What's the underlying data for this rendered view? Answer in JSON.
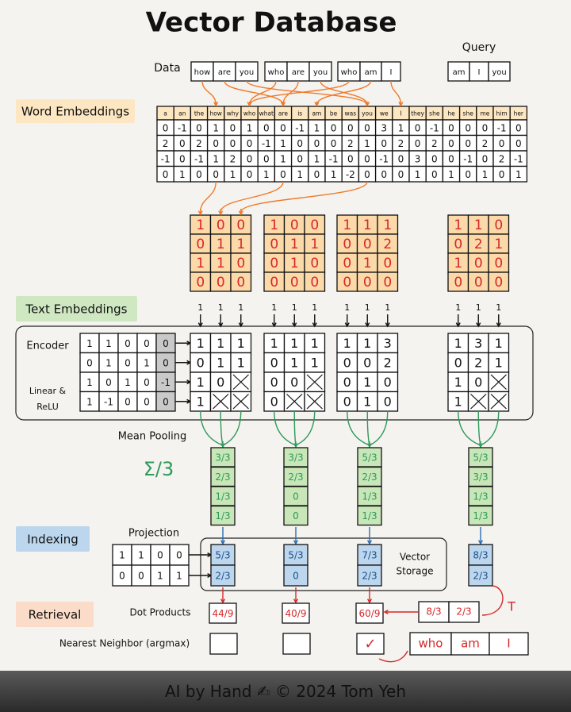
{
  "title": "Vector Database",
  "data_label": "Data",
  "query_label": "Query",
  "data_groups": [
    [
      "how",
      "are",
      "you"
    ],
    [
      "who",
      "are",
      "you"
    ],
    [
      "who",
      "am",
      "I"
    ]
  ],
  "query_words": [
    "am",
    "I",
    "you"
  ],
  "section_labels": {
    "word_embeddings": "Word Embeddings",
    "text_embeddings": "Text Embeddings",
    "indexing": "Indexing",
    "retrieval": "Retrieval"
  },
  "vocab": [
    "a",
    "an",
    "the",
    "how",
    "why",
    "who",
    "what",
    "are",
    "is",
    "am",
    "be",
    "was",
    "you",
    "we",
    "I",
    "they",
    "she",
    "he",
    "she",
    "me",
    "him",
    "her"
  ],
  "embedding_rows": [
    [
      "0",
      "-1",
      "0",
      "1",
      "0",
      "1",
      "0",
      "0",
      "-1",
      "1",
      "0",
      "0",
      "0",
      "3",
      "1",
      "0",
      "-1",
      "0",
      "0",
      "0",
      "-1",
      "0"
    ],
    [
      "2",
      "0",
      "2",
      "0",
      "0",
      "0",
      "-1",
      "1",
      "0",
      "0",
      "0",
      "2",
      "1",
      "0",
      "2",
      "0",
      "2",
      "0",
      "0",
      "2",
      "0",
      "0"
    ],
    [
      "-1",
      "0",
      "-1",
      "1",
      "2",
      "0",
      "0",
      "1",
      "0",
      "1",
      "-1",
      "0",
      "0",
      "-1",
      "0",
      "3",
      "0",
      "0",
      "-1",
      "0",
      "2",
      "-1"
    ],
    [
      "0",
      "1",
      "0",
      "0",
      "1",
      "0",
      "1",
      "0",
      "1",
      "0",
      "1",
      "-2",
      "0",
      "0",
      "0",
      "1",
      "0",
      "1",
      "0",
      "1",
      "0",
      "1"
    ]
  ],
  "text_embedding_matrices": [
    [
      [
        "1",
        "0",
        "0"
      ],
      [
        "0",
        "1",
        "1"
      ],
      [
        "1",
        "1",
        "0"
      ],
      [
        "0",
        "0",
        "0"
      ]
    ],
    [
      [
        "1",
        "0",
        "0"
      ],
      [
        "0",
        "1",
        "1"
      ],
      [
        "0",
        "1",
        "0"
      ],
      [
        "0",
        "0",
        "0"
      ]
    ],
    [
      [
        "1",
        "1",
        "1"
      ],
      [
        "0",
        "0",
        "2"
      ],
      [
        "0",
        "1",
        "0"
      ],
      [
        "0",
        "0",
        "0"
      ]
    ],
    [
      [
        "1",
        "1",
        "0"
      ],
      [
        "0",
        "2",
        "1"
      ],
      [
        "1",
        "0",
        "0"
      ],
      [
        "0",
        "0",
        "0"
      ]
    ]
  ],
  "bias_ones": [
    "1",
    "1",
    "1"
  ],
  "encoder_label": "Encoder",
  "linear_relu_label": "Linear & ReLU",
  "encoder_matrix": [
    [
      "1",
      "1",
      "0",
      "0",
      "0"
    ],
    [
      "0",
      "1",
      "0",
      "1",
      "0"
    ],
    [
      "1",
      "0",
      "1",
      "0",
      "-1"
    ],
    [
      "1",
      "-1",
      "0",
      "0",
      "0"
    ]
  ],
  "encoder_outputs": [
    [
      [
        "1",
        "1",
        "1"
      ],
      [
        "0",
        "1",
        "1"
      ],
      [
        "1",
        "0",
        "X"
      ],
      [
        "1",
        "X",
        "X"
      ]
    ],
    [
      [
        "1",
        "1",
        "1"
      ],
      [
        "0",
        "1",
        "1"
      ],
      [
        "0",
        "0",
        "X"
      ],
      [
        "0",
        "X",
        "X"
      ]
    ],
    [
      [
        "1",
        "1",
        "3"
      ],
      [
        "0",
        "0",
        "2"
      ],
      [
        "0",
        "1",
        "0"
      ],
      [
        "0",
        "1",
        "0"
      ]
    ],
    [
      [
        "1",
        "3",
        "1"
      ],
      [
        "0",
        "2",
        "1"
      ],
      [
        "1",
        "0",
        "X"
      ],
      [
        "1",
        "X",
        "X"
      ]
    ]
  ],
  "mean_pooling_label": "Mean Pooling",
  "sum_over_three": "Σ/3",
  "pooled_vectors": [
    [
      "3/3",
      "2/3",
      "1/3",
      "1/3"
    ],
    [
      "3/3",
      "2/3",
      "0",
      "0"
    ],
    [
      "5/3",
      "2/3",
      "1/3",
      "1/3"
    ],
    [
      "5/3",
      "3/3",
      "1/3",
      "1/3"
    ]
  ],
  "projection_label": "Projection",
  "projection_matrix": [
    [
      "1",
      "1",
      "0",
      "0"
    ],
    [
      "0",
      "0",
      "1",
      "1"
    ]
  ],
  "projected_vectors": [
    [
      "5/3",
      "2/3"
    ],
    [
      "5/3",
      "0"
    ],
    [
      "7/3",
      "2/3"
    ],
    [
      "8/3",
      "2/3"
    ]
  ],
  "vector_storage_label": "Vector Storage",
  "dot_products_label": "Dot Products",
  "dot_products": [
    "44/9",
    "40/9",
    "60/9"
  ],
  "transpose_label": "T",
  "query_transposed": [
    "8/3",
    "2/3"
  ],
  "nearest_neighbor_label": "Nearest Neighbor (argmax)",
  "nearest_marks": [
    "",
    "",
    "✓"
  ],
  "result_words": [
    "who",
    "am",
    "I"
  ],
  "footer_text": "AI by Hand ✍  ©  2024 Tom Yeh",
  "colors": {
    "orange_fill": "#fbd9a8",
    "green_fill": "#c8e6b8",
    "blue_fill": "#bcd6ee",
    "red": "#d62828",
    "green_ink": "#2e9a5a",
    "orange_arrow": "#f07a2a",
    "word_emb_bg": "#fde7c2",
    "text_emb_bg": "#cfe8c2",
    "indexing_bg": "#bcd6ee",
    "retrieval_bg": "#fbdcc8"
  }
}
